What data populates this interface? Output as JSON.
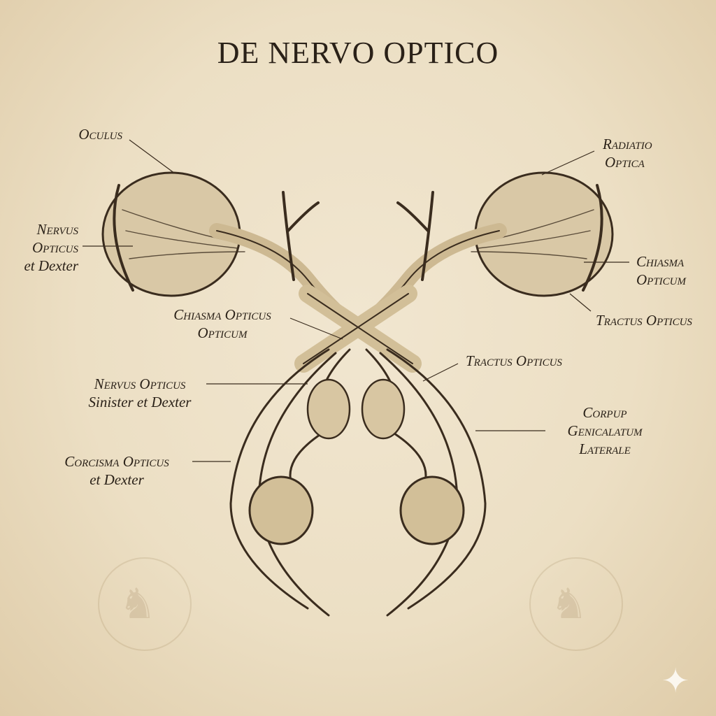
{
  "title": "DE NERVO OPTICO",
  "labels": {
    "oculus": [
      "Oculus"
    ],
    "nervus_opticus_dexter": [
      "Nervus",
      "Opticus",
      "et Dexter"
    ],
    "chiasma_opticus": [
      "Chiasma Opticus",
      "Opticum"
    ],
    "nervus_opticus_sinister": [
      "Nervus Opticus",
      "Sinister et Dexter"
    ],
    "corcisma_opticus": [
      "Corcisma Opticus",
      "et Dexter"
    ],
    "radiatio_optica": [
      "Radiatio",
      "Optica"
    ],
    "chiasma_opticum": [
      "Chiasma",
      "Opticum"
    ],
    "tractus_opticus_right": [
      "Tractus Opticus"
    ],
    "tractus_opticus_center": [
      "Tractus Opticus"
    ],
    "corpup_genicalatum": [
      "Corpup",
      "Genicalatum",
      "Laterale"
    ]
  },
  "colors": {
    "paper": "#ecdfc4",
    "ink": "#2a2118"
  }
}
